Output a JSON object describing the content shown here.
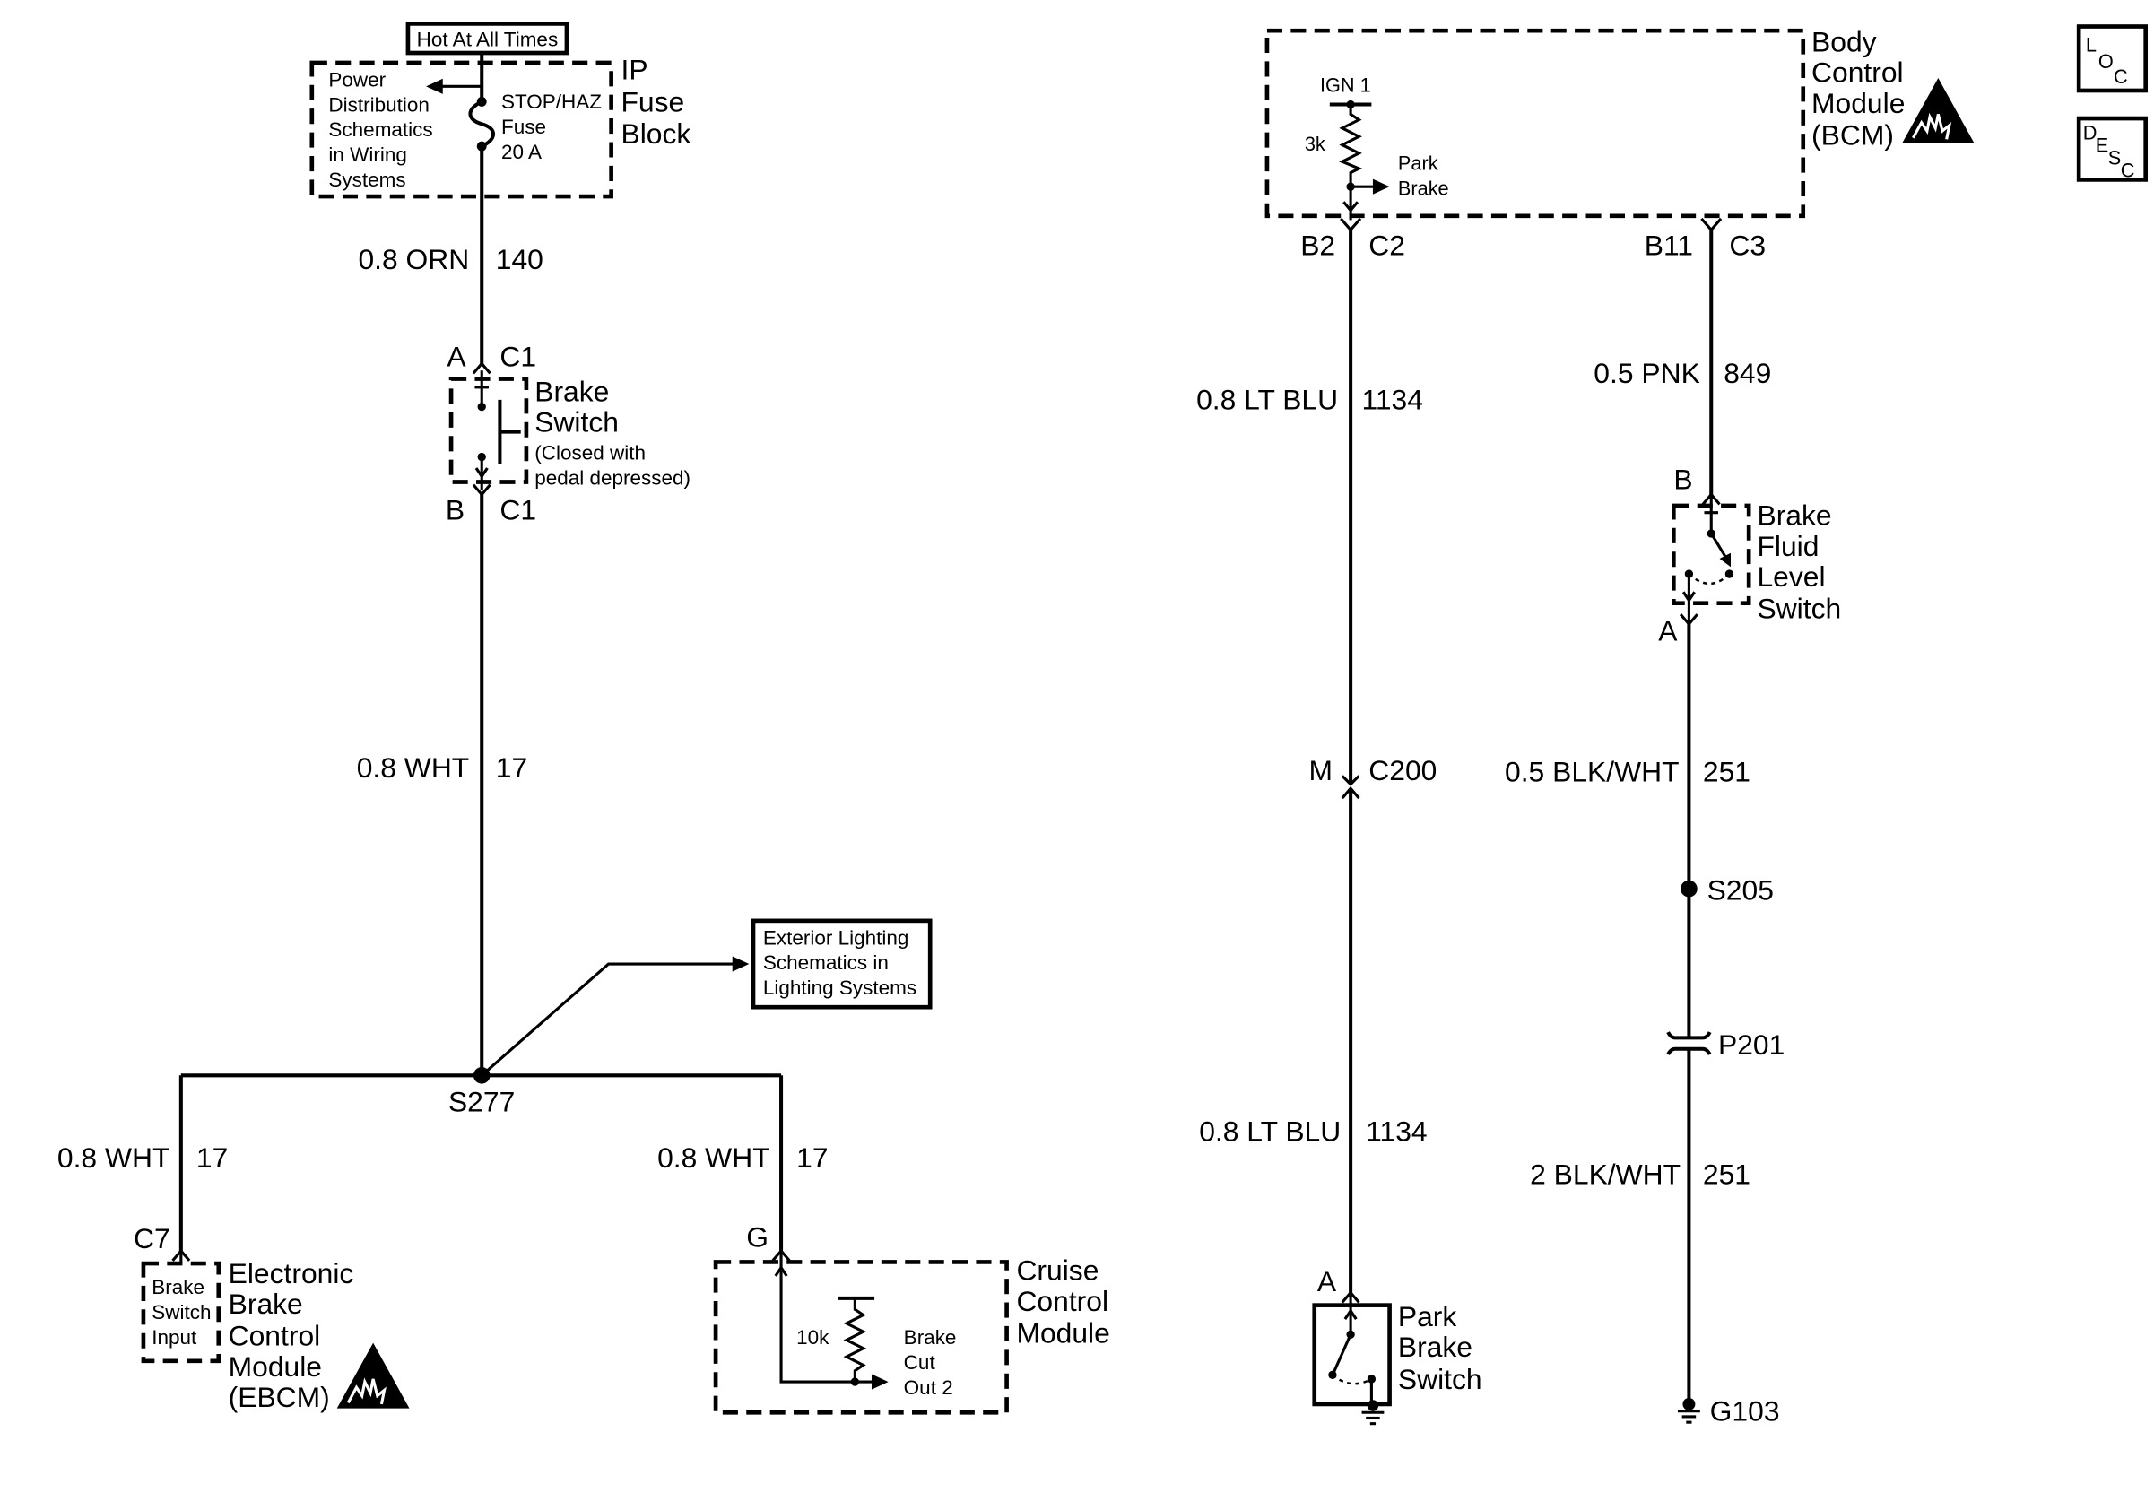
{
  "nav_icons": {
    "loc": [
      "L",
      "O",
      "C"
    ],
    "desc": [
      "D",
      "E",
      "S",
      "C"
    ]
  },
  "power_source": {
    "hot_label": "Hot At All Times",
    "reference_lines": [
      "Power",
      "Distribution",
      "Schematics",
      "in Wiring",
      "Systems"
    ],
    "fuse_lines": [
      "STOP/HAZ",
      "Fuse",
      "20 A"
    ],
    "block_lines": [
      "IP",
      "Fuse",
      "Block"
    ]
  },
  "brake_switch_circuit": {
    "wire_140": {
      "size_color": "0.8 ORN",
      "circuit": "140"
    },
    "connector_top": {
      "pin": "A",
      "id": "C1"
    },
    "switch_lines": [
      "Brake",
      "Switch"
    ],
    "switch_note_lines": [
      "(Closed with",
      "pedal depressed)"
    ],
    "connector_bottom": {
      "pin": "B",
      "id": "C1"
    },
    "wire_17": {
      "size_color": "0.8 WHT",
      "circuit": "17"
    }
  },
  "splice_s277": {
    "label": "S277",
    "reference_lines": [
      "Exterior Lighting",
      "Schematics in",
      "Lighting Systems"
    ]
  },
  "ebcm_branch": {
    "wire": {
      "size_color": "0.8 WHT",
      "circuit": "17"
    },
    "connector": "C7",
    "input_lines": [
      "Brake",
      "Switch",
      "Input"
    ],
    "module_lines": [
      "Electronic",
      "Brake",
      "Control",
      "Module",
      "(EBCM)"
    ]
  },
  "cruise_branch": {
    "wire": {
      "size_color": "0.8 WHT",
      "circuit": "17"
    },
    "connector_pin": "G",
    "resistor": "10k",
    "output_lines": [
      "Brake",
      "Cut",
      "Out 2"
    ],
    "module_lines": [
      "Cruise",
      "Control",
      "Module"
    ]
  },
  "bcm": {
    "supply": "IGN 1",
    "resistor": "3k",
    "input_lines": [
      "Park",
      "Brake"
    ],
    "module_lines": [
      "Body",
      "Control",
      "Module",
      "(BCM)"
    ],
    "connector_left": {
      "pin": "B2",
      "id": "C2"
    },
    "connector_right": {
      "pin": "B11",
      "id": "C3"
    }
  },
  "park_brake_circuit": {
    "wire_upper": {
      "size_color": "0.8 LT BLU",
      "circuit": "1134"
    },
    "inline_connector": {
      "pin": "M",
      "id": "C200"
    },
    "wire_lower": {
      "size_color": "0.8 LT BLU",
      "circuit": "1134"
    },
    "switch_pin": "A",
    "switch_lines": [
      "Park",
      "Brake",
      "Switch"
    ]
  },
  "brake_fluid_circuit": {
    "wire_849": {
      "size_color": "0.5 PNK",
      "circuit": "849"
    },
    "switch_pin_top": "B",
    "switch_lines": [
      "Brake",
      "Fluid",
      "Level",
      "Switch"
    ],
    "switch_pin_bottom": "A",
    "wire_251_upper": {
      "size_color": "0.5 BLK/WHT",
      "circuit": "251"
    },
    "splice": "S205",
    "pass_through": "P201",
    "wire_251_lower": {
      "size_color": "2 BLK/WHT",
      "circuit": "251"
    },
    "ground": "G103"
  },
  "colors": {
    "ink": "#000000",
    "paper": "#ffffff"
  }
}
